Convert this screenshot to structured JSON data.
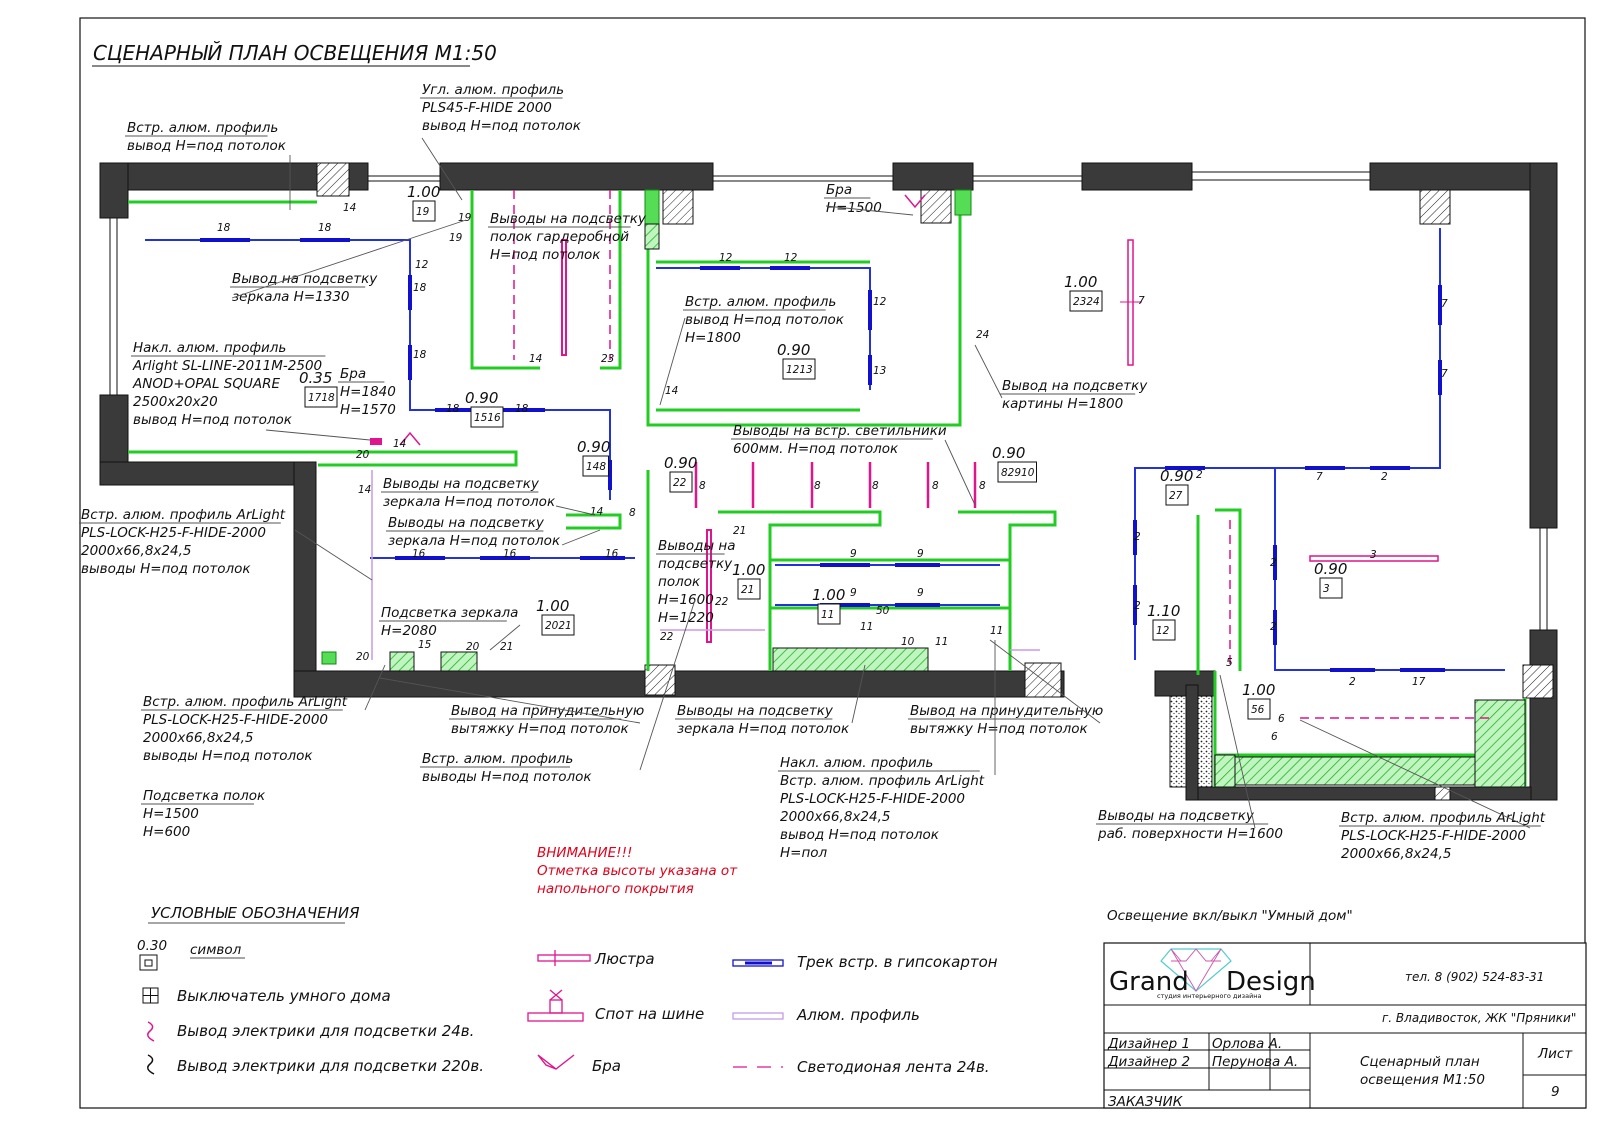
{
  "title": "СЦЕНАРНЫЙ  ПЛАН  ОСВЕЩЕНИЯ  М1:50",
  "callouts": {
    "c1": [
      "Угл. алюм. профиль",
      "PLS45-F-HIDE 2000",
      "вывод H=под потолок"
    ],
    "c2": [
      "Встр. алюм. профиль",
      "вывод H=под потолок"
    ],
    "c3": [
      "Бра",
      "H=1500"
    ],
    "c4": [
      "Выводы на подсветку",
      "полок гардеробной",
      "H=под потолок"
    ],
    "c5": [
      "Вывод на подсветку",
      "зеркала H=1330"
    ],
    "c6": [
      "Встр. алюм. профиль",
      "вывод H=под потолок",
      "H=1800"
    ],
    "c7": [
      "Вывод на подсветку",
      "картины H=1800"
    ],
    "c8": [
      "Накл. алюм. профиль",
      "Arlight SL-LINE-2011M-2500",
      "ANOD+OPAL SQUARE",
      "2500х20х20",
      "вывод H=под потолок"
    ],
    "c9": [
      "Бра",
      "H=1840",
      "H=1570"
    ],
    "c10": [
      "Выводы на встр. светильники",
      "600мм. H=под потолок"
    ],
    "c11": [
      "Выводы на подсветку",
      "зеркала H=под потолок"
    ],
    "c12": [
      "Выводы на подсветку",
      "зеркала H=под потолок"
    ],
    "c13": [
      "Встр. алюм. профиль ArLight",
      "PLS-LOCK-H25-F-HIDE-2000",
      "2000х66,8х24,5",
      "выводы H=под потолок"
    ],
    "c14": [
      "Выводы на",
      "подсветку",
      "полок",
      "H=1600",
      "H=1220"
    ],
    "c15": [
      "Подсветка зеркала",
      "H=2080"
    ],
    "c16": [
      "Встр. алюм. профиль ArLight",
      "PLS-LOCK-H25-F-HIDE-2000",
      "2000х66,8х24,5",
      "выводы H=под потолок"
    ],
    "c17": [
      "Подсветка полок",
      "H=1500",
      "H=600"
    ],
    "c18": [
      "Вывод на принудительную",
      "вытяжку H=под потолок"
    ],
    "c19": [
      "Выводы на подсветку",
      "зеркала H=под потолок"
    ],
    "c20": [
      "Вывод на принудительную",
      "вытяжку H=под потолок"
    ],
    "c21": [
      "Встр. алюм. профиль",
      "выводы H=под потолок"
    ],
    "c22": [
      "Накл. алюм. профиль",
      "Встр. алюм. профиль ArLight",
      "PLS-LOCK-H25-F-HIDE-2000",
      "2000х66,8х24,5",
      "вывод H=под потолок",
      "H=пол"
    ],
    "c23": [
      "Выводы на подсветку",
      "раб. поверхности H=1600"
    ],
    "c24": [
      "Встр. алюм. профиль ArLight",
      "PLS-LOCK-H25-F-HIDE-2000",
      "2000х66,8х24,5"
    ]
  },
  "switches": {
    "s1": {
      "height": "1.00",
      "ids": "19"
    },
    "s2": {
      "height": "1.00",
      "ids": "2324"
    },
    "s3": {
      "height": "0.90",
      "ids": "1213"
    },
    "s4": {
      "height": "0.35",
      "ids": "1718"
    },
    "s5": {
      "height": "0.90",
      "ids": "1516"
    },
    "s6": {
      "height": "0.90",
      "ids": "148"
    },
    "s7": {
      "height": "0.90",
      "ids": "22"
    },
    "s8": {
      "height": "0.90",
      "ids": "82910"
    },
    "s9": {
      "height": "0.90",
      "ids": "27"
    },
    "s10": {
      "height": "1.00",
      "ids": "21"
    },
    "s11": {
      "height": "1.00",
      "ids": "11"
    },
    "s12": {
      "height": "1.00",
      "ids": "2021"
    },
    "s13": {
      "height": "1.10",
      "ids": "12"
    },
    "s14": {
      "height": "0.90",
      "ids": "3"
    },
    "s15": {
      "height": "1.00",
      "ids": "56"
    }
  },
  "group_numbers": [
    "14",
    "19",
    "19",
    "18",
    "18",
    "18",
    "18",
    "18",
    "18",
    "12",
    "12",
    "12",
    "12",
    "13",
    "14",
    "14",
    "23",
    "24",
    "7",
    "7",
    "7",
    "7",
    "2",
    "2",
    "2",
    "2",
    "2",
    "2",
    "2",
    "17",
    "14",
    "20",
    "14",
    "14",
    "8",
    "8",
    "8",
    "8",
    "8",
    "8",
    "16",
    "16",
    "16",
    "21",
    "22",
    "22",
    "9",
    "9",
    "9",
    "9",
    "11",
    "10",
    "11",
    "11",
    "15",
    "20",
    "21",
    "20",
    "3",
    "5",
    "6",
    "6",
    "50"
  ],
  "warning": [
    "ВНИМАНИЕ!!!",
    "Отметка высоты указана от",
    "напольного покрытия"
  ],
  "legend": {
    "heading": "УСЛОВНЫЕ  ОБОЗНАЧЕНИЯ",
    "symbol_height": "0.30",
    "symbol_label": "символ",
    "items": [
      "Выключатель умного дома",
      "Вывод электрики для подсветки 24в.",
      "Вывод электрики для подсветки 220в.",
      "Люстра",
      "Спот на шине",
      "Бра",
      "Трек встр. в гипсокартон",
      "Алюм. профиль",
      "Светодионая лента 24в."
    ]
  },
  "smart_home_note": "Освещение  вкл/выкл \"Умный дом\"",
  "stamp": {
    "logo_word1": "Grand",
    "logo_word2": "Design",
    "logo_sub": "студия интерьерного дизайна",
    "phone": "тел. 8 (902) 524-83-31",
    "address": "г. Владивосток, ЖК \"Пряники\"",
    "designer1_role": "Дизайнер 1",
    "designer1_name": "Орлова А.",
    "designer2_role": "Дизайнер 2",
    "designer2_name": "Перунова А.",
    "client_label": "ЗАКАЗЧИК",
    "sheet_title_1": "Сценарный  план",
    "sheet_title_2": "освещения  М1:50",
    "sheet_label": "Лист",
    "sheet_number": "9"
  },
  "colors": {
    "wall": "#3a3a3a",
    "profile_green": "#22cc22",
    "track_blue": "#1111cc",
    "led_pink": "#e0148c",
    "alu_profile": "#c79be6",
    "warning_red": "#e3001b"
  }
}
